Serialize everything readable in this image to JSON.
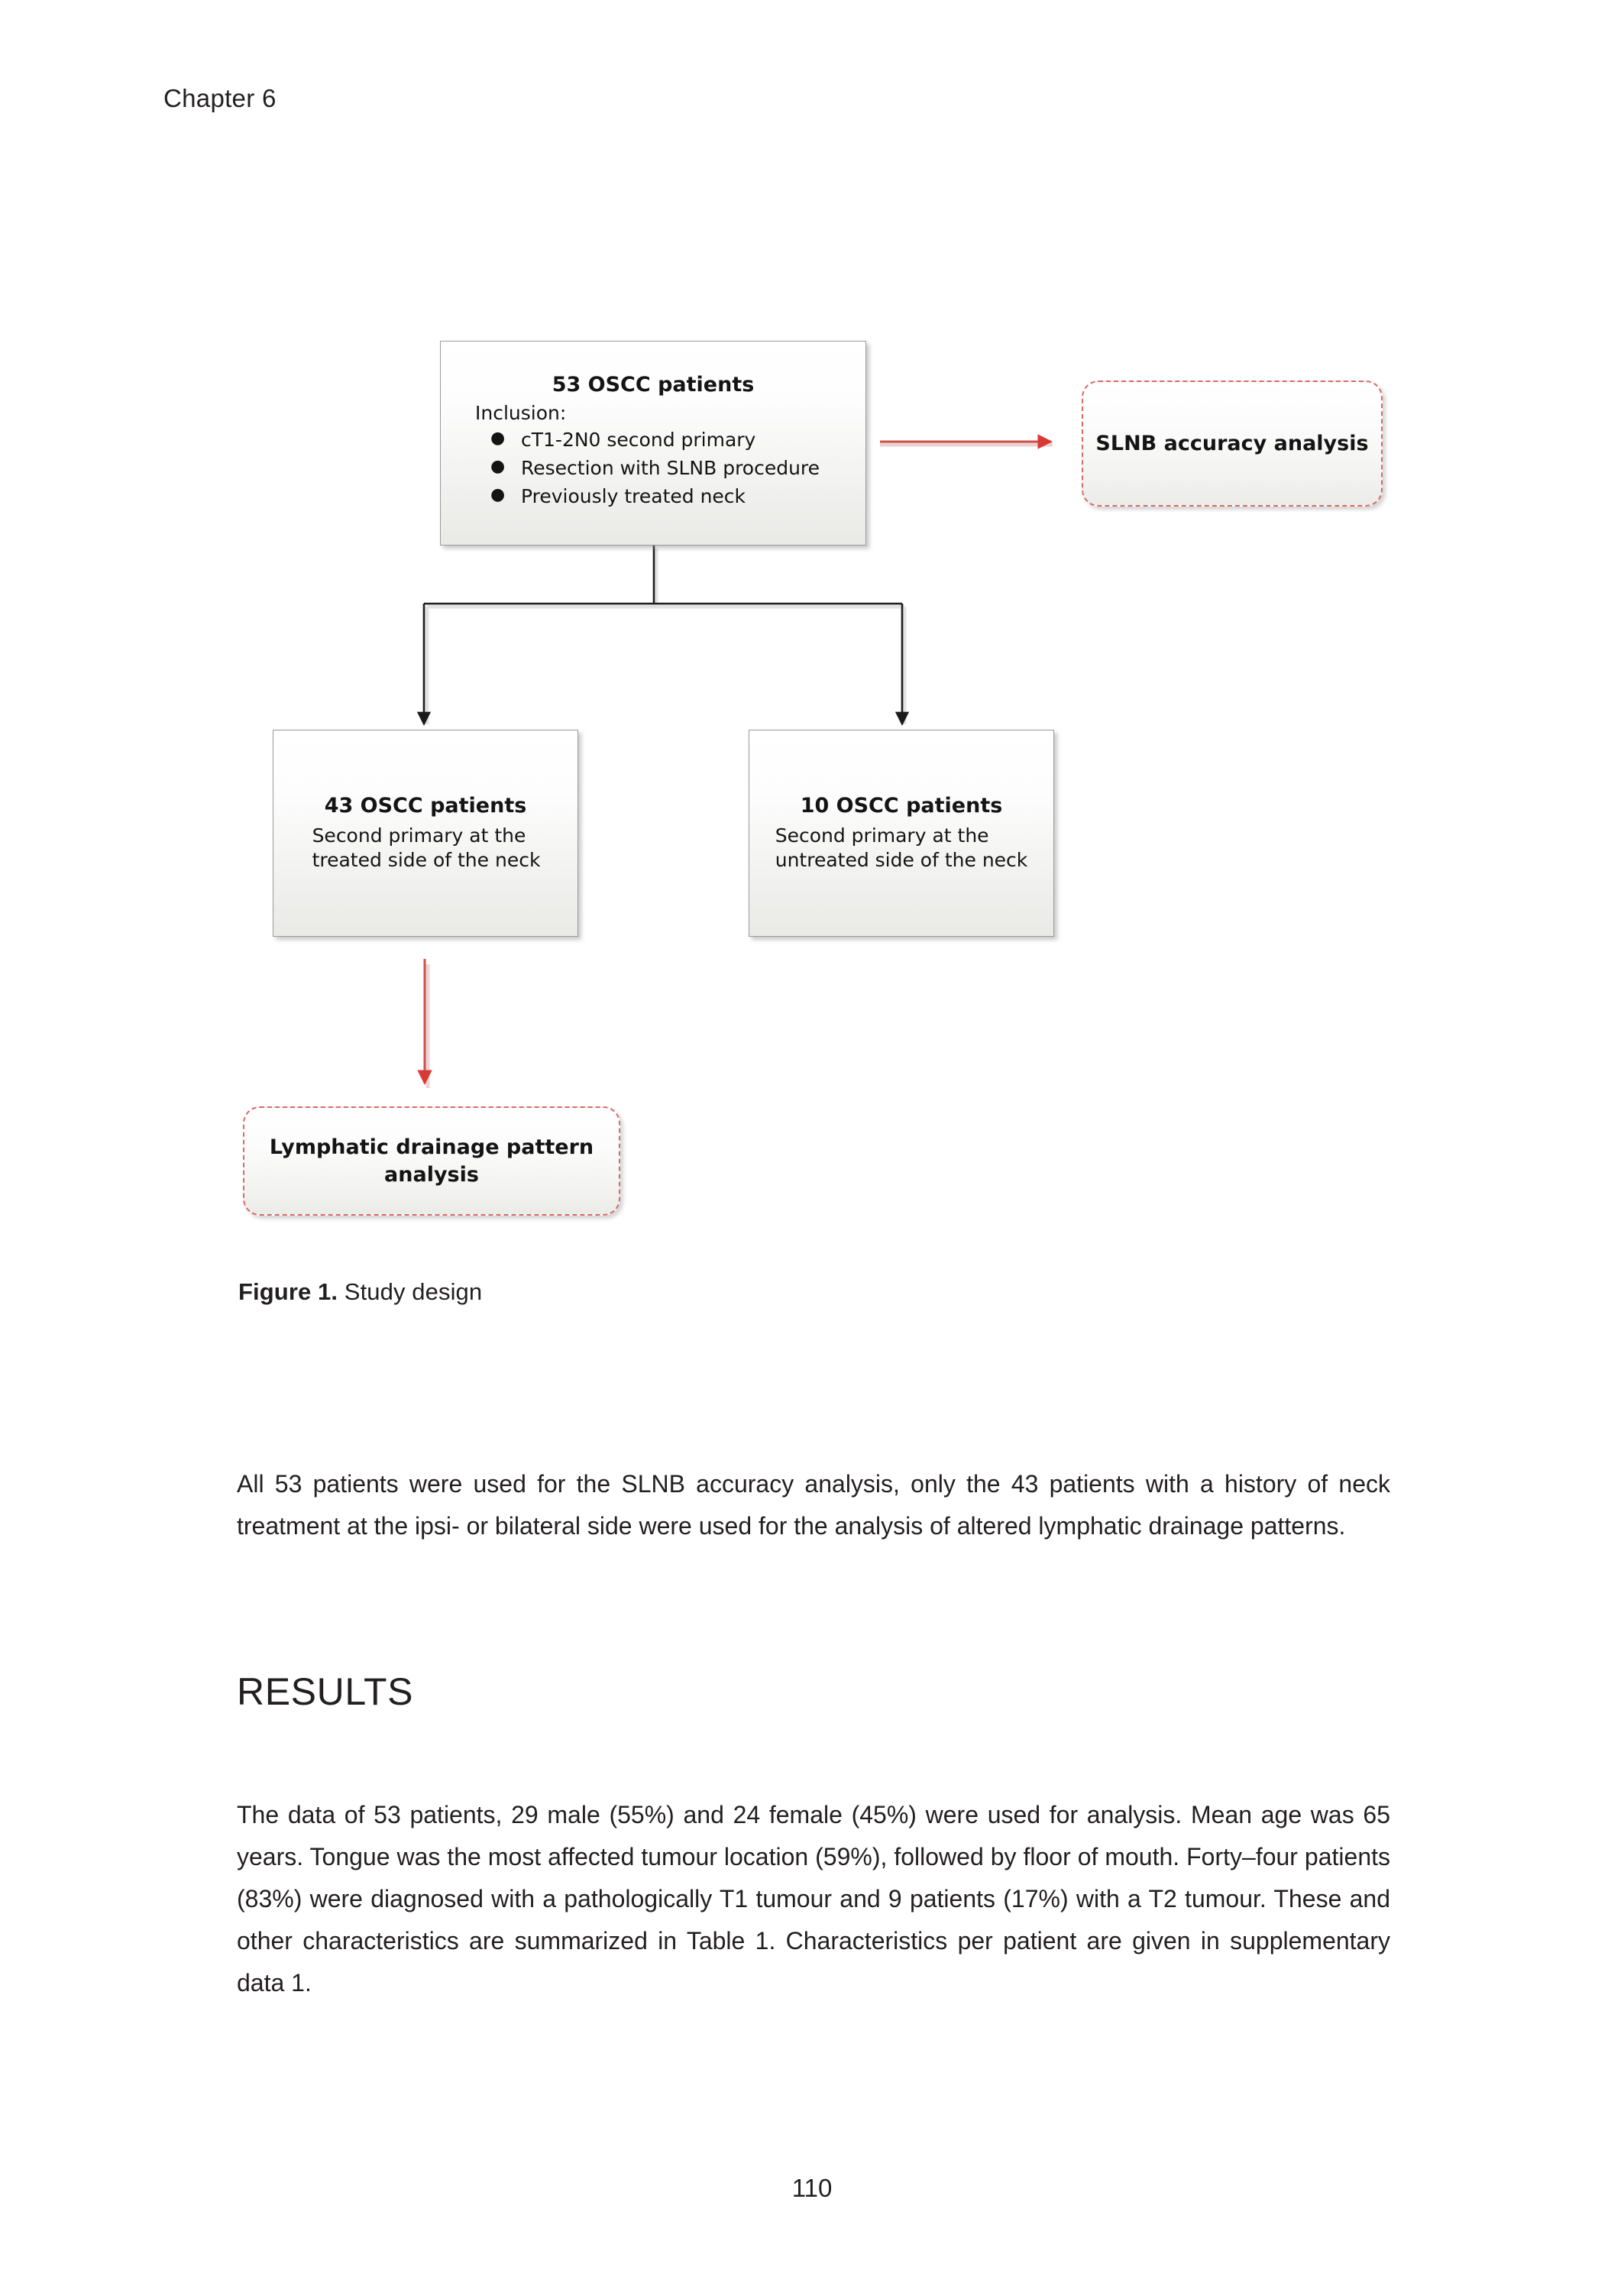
{
  "header": {
    "chapter": "Chapter 6"
  },
  "figure": {
    "caption_label": "Figure 1.",
    "caption_text": " Study design",
    "accent_color": "#d93a35",
    "dashed_border_color": "#d96a68",
    "box_border_color": "#9a9a9a",
    "nodes": {
      "top": {
        "title": "53 OSCC patients",
        "inclusion_label": "Inclusion:",
        "bullet_glyph": "●",
        "bullets": [
          "cT1-2N0 second primary",
          "Resection with SLNB procedure",
          "Previously treated neck"
        ]
      },
      "slnb": {
        "title": "SLNB accuracy analysis"
      },
      "left": {
        "title": "43 OSCC patients",
        "line1": "Second primary at the",
        "line2": "treated side of the neck"
      },
      "right": {
        "title": "10 OSCC patients",
        "line1": "Second primary at the",
        "line2": "untreated side of the neck"
      },
      "lymphatic": {
        "title_line1": "Lymphatic drainage pattern",
        "title_line2": "analysis"
      }
    }
  },
  "main": {
    "paragraph_1": "All 53 patients were used for the SLNB accuracy analysis, only the 43 patients with a history of neck treatment at the ipsi- or bilateral side were used for the analysis of altered lymphatic drainage patterns.",
    "results_heading": "RESULTS",
    "paragraph_2": "The data of 53 patients, 29 male (55%) and 24 female (45%) were used for analysis. Mean age was 65 years. Tongue was the most affected tumour location (59%), followed by floor of mouth. Forty–four patients (83%) were diagnosed with a pathologically T1 tumour and 9 patients (17%) with a T2 tumour. These and other characteristics are summarized in Table 1. Characteristics per patient are given in supplementary data 1."
  },
  "footer": {
    "page_number": "110"
  }
}
